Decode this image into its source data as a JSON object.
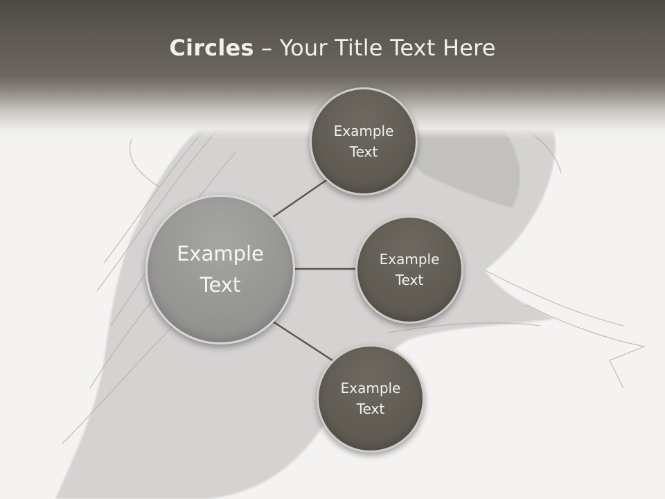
{
  "slide": {
    "title_bold": "Circles",
    "title_rest": " – Your Title Text Here"
  },
  "diagram": {
    "main_circle": {
      "label": "Example\nText"
    },
    "satellites": [
      {
        "label": "Example\nText"
      },
      {
        "label": "Example\nText"
      },
      {
        "label": "Example\nText"
      }
    ]
  },
  "colors": {
    "header": "#5b5750",
    "main_circle": "#9a9997",
    "satellite_circle": "#625d55",
    "connector": "#5a564f"
  }
}
